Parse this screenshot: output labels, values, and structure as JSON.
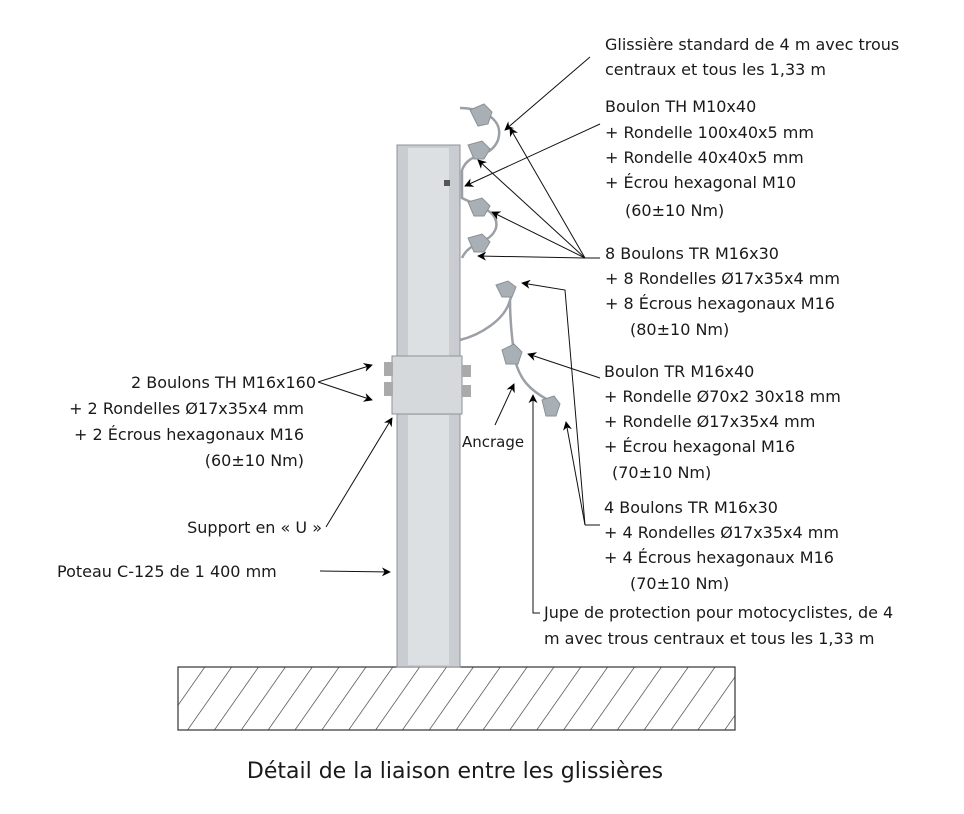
{
  "caption": "Détail de la liaison entre les glissières",
  "labels": {
    "rail": [
      "Glissière standard de 4 m avec trous",
      "centraux et tous les 1,33 m"
    ],
    "bolt_th_m10": [
      "Boulon TH M10x40",
      "+ Rondelle 100x40x5 mm",
      "+ Rondelle 40x40x5 mm",
      "+ Écrou hexagonal M10",
      "(60±10 Nm)"
    ],
    "bolts_8_tr": [
      "8 Boulons TR M16x30",
      "+ 8 Rondelles Ø17x35x4  mm",
      "+ 8 Écrous hexagonaux M16",
      "(80±10 Nm)"
    ],
    "bolt_tr_m16x40": [
      "Boulon TR M16x40",
      "+ Rondelle Ø70x2 30x18 mm",
      "+ Rondelle Ø17x35x4 mm",
      "+ Écrou hexagonal M16",
      "(70±10 Nm)"
    ],
    "bolts_4_tr": [
      "4 Boulons TR M16x30",
      "+ 4 Rondelles Ø17x35x4 mm",
      "+ 4 Écrous hexagonaux M16",
      "(70±10 Nm)"
    ],
    "skirt": [
      "Jupe de protection pour motocyclistes, de 4",
      "m avec trous centraux et tous les 1,33 m"
    ],
    "bolts_th_m16": [
      "2 Boulons TH M16x160",
      "+ 2 Rondelles Ø17x35x4 mm",
      "+ 2 Écrous hexagonaux M16",
      "(60±10 Nm)"
    ],
    "support": "Support en « U »",
    "post": "Poteau C-125 de 1 400 mm",
    "anchor": "Ancrage"
  }
}
